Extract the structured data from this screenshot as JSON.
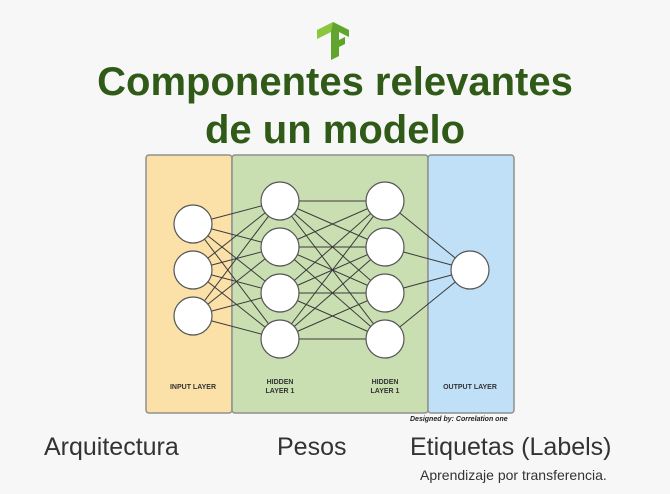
{
  "slide": {
    "title_line1": "Componentes relevantes",
    "title_line2": "de un modelo"
  },
  "diagram": {
    "layers": [
      {
        "id": "input",
        "label": "INPUT LAYER",
        "nodes": 3,
        "color": "#fbe0a8"
      },
      {
        "id": "hidden1",
        "label_line1": "HIDDEN",
        "label_line2": "LAYER 1",
        "nodes": 4,
        "color": "#c9dfb2"
      },
      {
        "id": "hidden2",
        "label_line1": "HIDDEN",
        "label_line2": "LAYER 1",
        "nodes": 4,
        "color": "#c9dfb2"
      },
      {
        "id": "output",
        "label": "OUTPUT LAYER",
        "nodes": 1,
        "color": "#bfe0f7"
      }
    ],
    "credit": "Designed by: Correlation one"
  },
  "bottom_labels": {
    "arquitectura": "Arquitectura",
    "pesos": "Pesos",
    "etiquetas": "Etiquetas (Labels)",
    "note": "Aprendizaje por transferencia."
  },
  "colors": {
    "title": "#2f5a17",
    "logo_light": "#8cc63f",
    "logo_dark": "#3d8b1f",
    "input_panel": "#fbe0a8",
    "hidden_panel": "#c9dfb2",
    "output_panel": "#bfe0f7"
  }
}
